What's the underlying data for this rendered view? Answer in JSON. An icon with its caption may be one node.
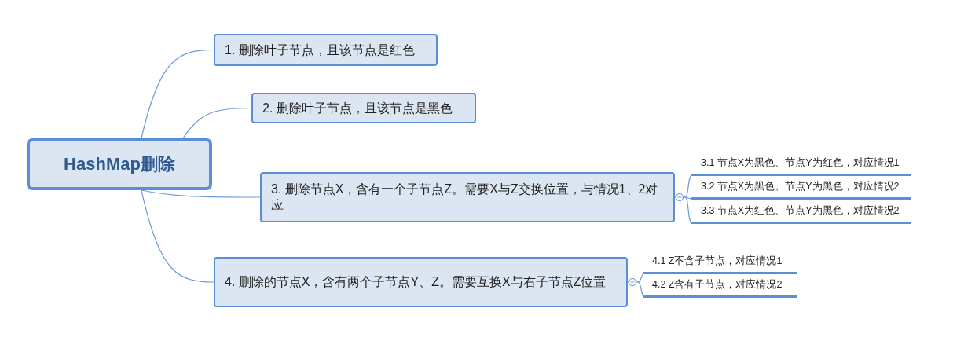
{
  "diagram": {
    "nodes": [
      {
        "text": [
          "HashMap删除"
        ]
      },
      {
        "text": [
          "1. 删除叶子节点，且该节点是红色"
        ]
      },
      {
        "text": [
          "2. 删除叶子节点，且该节点是黑色"
        ]
      },
      {
        "text": [
          "3. 删除节点X，含有一个子节点Z。需要X与Z交换位置，与情况1、2对应"
        ]
      },
      {
        "text": [
          "4. 删除的节点X，含有两个子节点Y、Z。需要互换X与右子节点Z位置"
        ]
      },
      {
        "text": [
          "3.1 节点X为黑色、节点Y为红色，对应情况1"
        ]
      },
      {
        "text": [
          "3.2 节点X为黑色、节点Y为黑色，对应情况2"
        ]
      },
      {
        "text": [
          "3.3 节点X为红色、节点Y为黑色，对应情况2"
        ]
      },
      {
        "text": [
          "4.1 Z不含子节点，对应情况1"
        ]
      },
      {
        "text": [
          "4.2 Z含有子节点，对应情况2"
        ]
      }
    ],
    "edges": [
      {
        "from": 0,
        "to": 1,
        "arrow": "none"
      },
      {
        "from": 0,
        "to": 2,
        "arrow": "none"
      },
      {
        "from": 0,
        "to": 3,
        "arrow": "none"
      },
      {
        "from": 0,
        "to": 4,
        "arrow": "none"
      },
      {
        "from": 3,
        "to": 5,
        "arrow": "other"
      },
      {
        "from": 3,
        "to": 6,
        "arrow": "other"
      },
      {
        "from": 3,
        "to": 7,
        "arrow": "other"
      },
      {
        "from": 4,
        "to": 8,
        "arrow": "other"
      },
      {
        "from": 4,
        "to": 9,
        "arrow": "other"
      }
    ]
  }
}
